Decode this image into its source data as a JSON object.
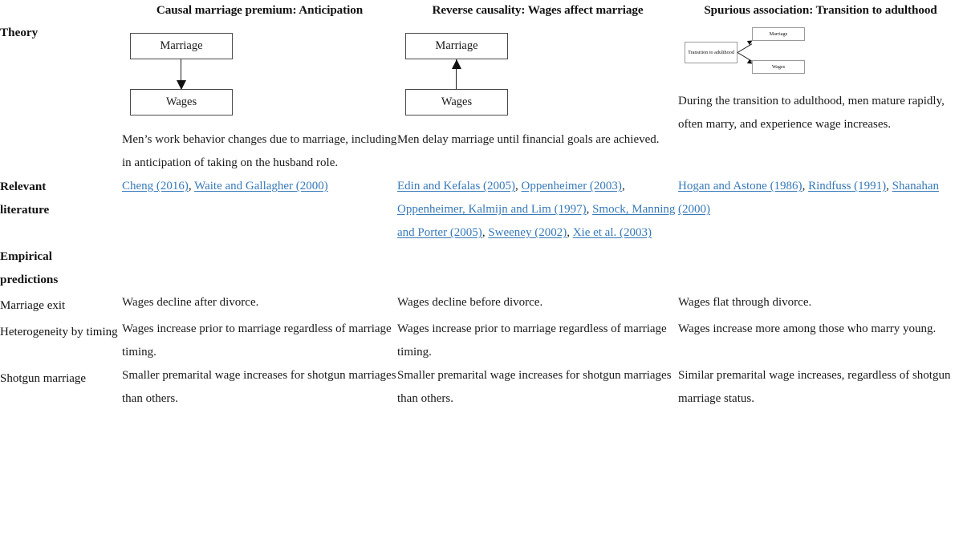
{
  "table": {
    "headers": {
      "label_col": "",
      "col1": "Causal marriage premium: Anticipation",
      "col2": "Reverse causality: Wages affect marriage",
      "col3": "Spurious association: Transition to adulthood"
    },
    "rows": {
      "theory": {
        "label": "Theory",
        "col1": {
          "diagram": {
            "type": "two-box-vertical",
            "top_box": "Marriage",
            "bottom_box": "Wages",
            "arrow_direction": "down"
          },
          "text": "Men’s work behavior changes due to marriage, including in anticipation of taking on the husband role."
        },
        "col2": {
          "diagram": {
            "type": "two-box-vertical",
            "top_box": "Marriage",
            "bottom_box": "Wages",
            "arrow_direction": "up"
          },
          "text": "Men delay marriage until financial goals are achieved."
        },
        "col3": {
          "diagram": {
            "type": "fork-three-box",
            "source_box": "Transition to adulthood",
            "target_box_top": "Marriage",
            "target_box_bottom": "Wages"
          },
          "text": "During the transition to adulthood, men mature rapidly, often marry, and experience wage increases."
        }
      },
      "literature": {
        "label_line1": "Relevant",
        "label_line2": "literature",
        "col1_citations": [
          "Cheng (2016)",
          "Waite and Gallagher (2000)"
        ],
        "col2_citations": [
          "Edin and Kefalas (2005)",
          "Oppenheimer (2003)",
          "Oppenheimer, Kalmijn and Lim (1997)",
          "Smock, Manning and Porter (2005)",
          "Sweeney (2002)",
          "Xie et al. (2003)"
        ],
        "col3_citations": [
          "Hogan and Astone (1986)",
          "Rindfuss (1991)",
          "Shanahan (2000)"
        ],
        "separator": ", "
      },
      "empirical": {
        "label_line1": "Empirical",
        "label_line2": "predictions",
        "sub_rows": [
          {
            "label": "Marriage exit",
            "col1": "Wages decline after divorce.",
            "col2": "Wages decline before divorce.",
            "col3": "Wages flat through divorce."
          },
          {
            "label": "Heterogeneity by timing",
            "col1": "Wages increase prior to marriage regardless of marriage timing.",
            "col2": "Wages increase prior to marriage regardless of marriage timing.",
            "col3": "Wages increase more among those who marry young."
          },
          {
            "label": "Shotgun marriage",
            "col1": "Smaller premarital wage increases for shotgun marriages than others.",
            "col2": "Smaller premarital wage increases for shotgun marriages than others.",
            "col3": "Similar premarital wage increases, regardless of shotgun marriage status."
          }
        ]
      }
    }
  },
  "colors": {
    "link": "#3779b8",
    "rule": "#6f6f6f",
    "text": "#1a1a1a"
  }
}
